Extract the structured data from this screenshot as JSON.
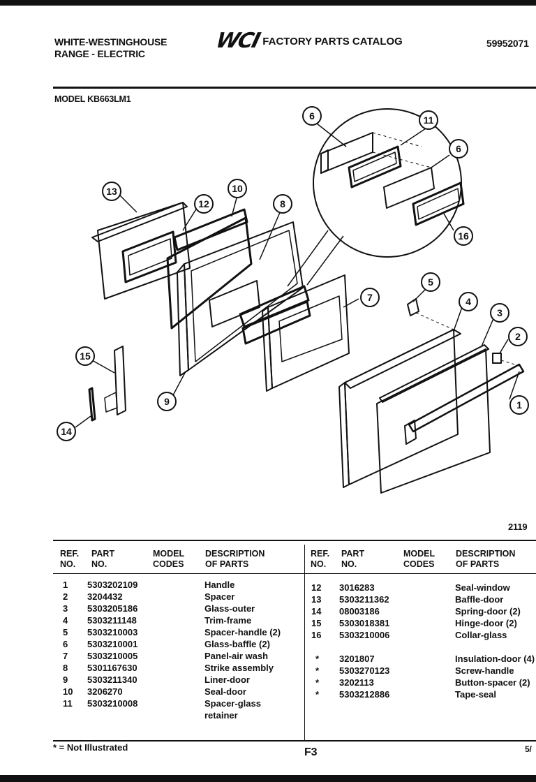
{
  "header": {
    "brand_line1": "WHITE-WESTINGHOUSE",
    "brand_line2": "RANGE - ELECTRIC",
    "logo_text": "WCI",
    "catalog_title": "FACTORY PARTS CATALOG",
    "catalog_number": "59952071",
    "model_label": "MODEL KB663LM1"
  },
  "diagram": {
    "callouts": [
      "1",
      "2",
      "3",
      "4",
      "5",
      "6",
      "7",
      "8",
      "9",
      "10",
      "11",
      "12",
      "13",
      "14",
      "15",
      "16"
    ],
    "drawing_code": "2119"
  },
  "table": {
    "headers_left": {
      "ref": "REF.",
      "ref2": "NO.",
      "part": "PART",
      "part2": "NO.",
      "model": "MODEL",
      "model2": "CODES",
      "desc": "DESCRIPTION",
      "desc2": "OF PARTS"
    },
    "headers_right": {
      "ref": "REF.",
      "ref2": "NO.",
      "part": "PART",
      "part2": "NO.",
      "model": "MODEL",
      "model2": "CODES",
      "desc": "DESCRIPTION",
      "desc2": "OF PARTS"
    },
    "left_rows": [
      {
        "ref": "1",
        "part": "5303202109",
        "desc": "Handle"
      },
      {
        "ref": "2",
        "part": "3204432",
        "desc": "Spacer"
      },
      {
        "ref": "3",
        "part": "5303205186",
        "desc": "Glass-outer"
      },
      {
        "ref": "4",
        "part": "5303211148",
        "desc": "Trim-frame"
      },
      {
        "ref": "5",
        "part": "5303210003",
        "desc": "Spacer-handle (2)"
      },
      {
        "ref": "6",
        "part": "5303210001",
        "desc": "Glass-baffle (2)"
      },
      {
        "ref": "7",
        "part": "5303210005",
        "desc": "Panel-air wash"
      },
      {
        "ref": "8",
        "part": "5301167630",
        "desc": "Strike assembly"
      },
      {
        "ref": "9",
        "part": "5303211340",
        "desc": "Liner-door"
      },
      {
        "ref": "10",
        "part": "3206270",
        "desc": "Seal-door"
      },
      {
        "ref": "11",
        "part": "5303210008",
        "desc": "Spacer-glass"
      }
    ],
    "left_continuation": "retainer",
    "right_rows": [
      {
        "ref": "12",
        "part": "3016283",
        "desc": "Seal-window"
      },
      {
        "ref": "13",
        "part": "5303211362",
        "desc": "Baffle-door"
      },
      {
        "ref": "14",
        "part": "08003186",
        "desc": "Spring-door (2)"
      },
      {
        "ref": "15",
        "part": "5303018381",
        "desc": "Hinge-door (2)"
      },
      {
        "ref": "16",
        "part": "5303210006",
        "desc": "Collar-glass"
      }
    ],
    "right_rows_star": [
      {
        "ref": "*",
        "part": "3201807",
        "desc": "Insulation-door (4)"
      },
      {
        "ref": "*",
        "part": "5303270123",
        "desc": "Screw-handle"
      },
      {
        "ref": "*",
        "part": "3202113",
        "desc": "Button-spacer (2)"
      },
      {
        "ref": "*",
        "part": "5303212886",
        "desc": "Tape-seal"
      }
    ]
  },
  "footer": {
    "note": "* = Not Illustrated",
    "page_code": "F3",
    "page_fraction": "5/"
  }
}
